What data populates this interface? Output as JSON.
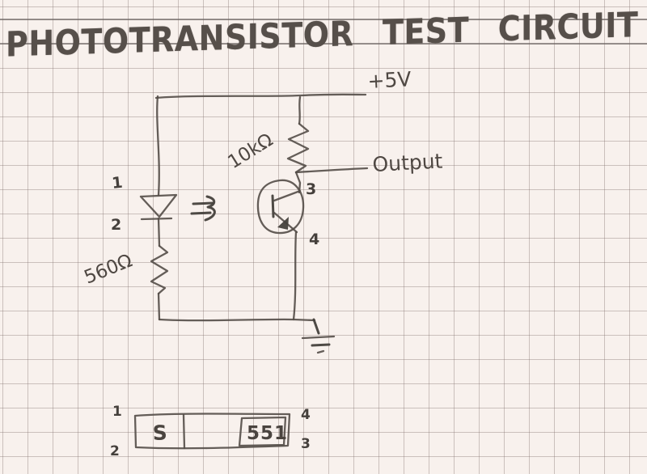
{
  "page": {
    "title": "PHOTOTRANSISTOR TEST CIRCUIT"
  },
  "schematic": {
    "supply_label": "+5V",
    "output_label": "Output",
    "pullup_resistor_label": "10kΩ",
    "led_resistor_label": "560Ω",
    "led_pin_top": "1",
    "led_pin_bottom": "2",
    "transistor_pin_collector": "3",
    "transistor_pin_emitter": "4",
    "icons": {
      "light_arrows": "light-emission-arrows",
      "ground": "ground-symbol"
    }
  },
  "footprint": {
    "pin_top_left": "1",
    "pin_bottom_left": "2",
    "pin_top_right": "4",
    "pin_bottom_right": "3",
    "polarity_mark": "S",
    "part_mark": "551"
  },
  "colors": {
    "paper": "#f8f1ed",
    "grid_line": "#b7aba8",
    "pencil": "#534c47",
    "ruled_line": "#6f6a66"
  }
}
